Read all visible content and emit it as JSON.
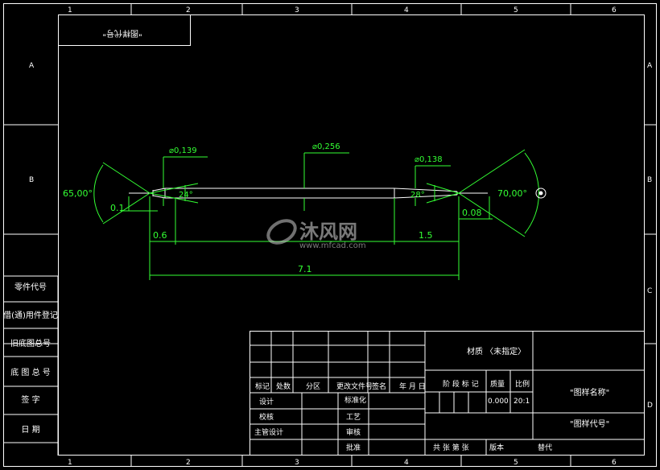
{
  "zone_numbers": [
    "1",
    "2",
    "3",
    "4",
    "5",
    "6"
  ],
  "zone_letters": [
    "A",
    "B",
    "C",
    "D"
  ],
  "mirrored_code_box": "\"图样代号\"",
  "left_column_labels": [
    "零件代号",
    "借(通)用件登记",
    "旧底图总号",
    "底 图 总 号",
    "签  字",
    "日  期"
  ],
  "dimensions": {
    "dia_left": "⌀0,139",
    "dia_middle": "⌀0,256",
    "dia_right": "⌀0,138",
    "angle_left": "65,00°",
    "angle_right": "70,00°",
    "taper_left": "24°",
    "taper_right": "28°",
    "len_left_tip": "0.1",
    "len_right_tip": "0.08",
    "len_left_shoulder": "0.6",
    "len_right_shoulder": "1.5",
    "len_total": "7.1"
  },
  "watermark": {
    "brand": "沐风网",
    "url": "www.mfcad.com"
  },
  "title_block": {
    "material": "材质 〈未指定〉",
    "header_row": [
      "标记",
      "处数",
      "分区",
      "更改文件号",
      "签名",
      "年 月 日"
    ],
    "stage_label": "阶 段 标 记",
    "mass_label": "质量",
    "scale_label": "比例",
    "mass_value": "0.000",
    "scale_value": "20:1",
    "drawing_name": "\"图样名称\"",
    "drawing_code": "\"图样代号\"",
    "roles_left": [
      "设计",
      "校核",
      "主管设计"
    ],
    "roles_mid": [
      "标准化",
      "工艺",
      "审核",
      "批准"
    ],
    "sheets_text": "共  张  第  张",
    "version_label": "版本",
    "replace_label": "替代"
  }
}
